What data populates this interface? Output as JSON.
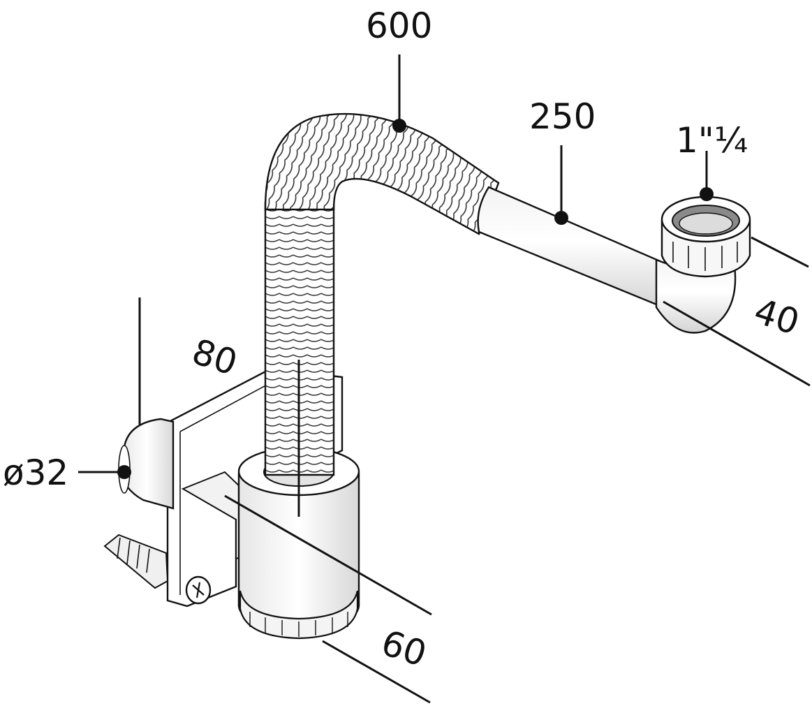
{
  "dimensions": {
    "hose_length": "600",
    "pipe_length": "250",
    "nut_thread": "1\"¼",
    "inlet_diameter": "ø32",
    "bracket_height": "80",
    "trap_depth_right": "40",
    "trap_diameter_bottom": "60"
  },
  "colors": {
    "line": "#111111",
    "body_fill": "#ffffff",
    "shade": "#d9d9d9",
    "ring_inner": "#8a8a8a"
  }
}
